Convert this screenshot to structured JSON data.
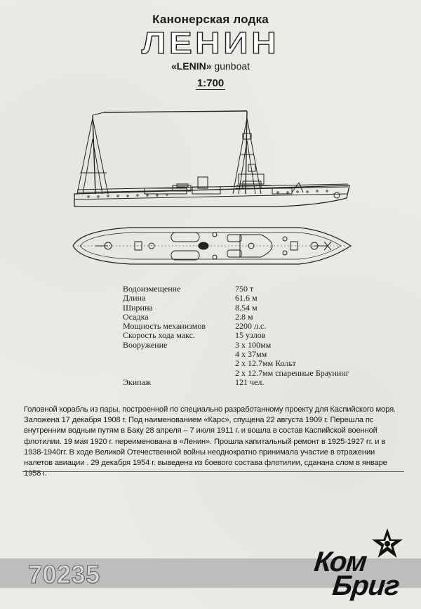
{
  "header": {
    "title_ru": "Канонерская лодка",
    "ship_name": "ЛЕНИН",
    "english_name_quoted": "«LENIN»",
    "english_suffix": "gunboat",
    "scale": "1:700"
  },
  "specs": [
    {
      "label": "Водоизмещение",
      "value": "750 т"
    },
    {
      "label": "Длина",
      "value": "61.6 м"
    },
    {
      "label": "Ширина",
      "value": "8.54 м"
    },
    {
      "label": "Осадка",
      "value": "2.8 м"
    },
    {
      "label": "Мощность механизмов",
      "value": "2200 л.с."
    },
    {
      "label": "Скорость хода макс.",
      "value": "15 узлов"
    },
    {
      "label": "Вооружение",
      "value": "3 х 100мм"
    },
    {
      "label": "",
      "value": "4 х 37мм"
    },
    {
      "label": "",
      "value": "2 х 12.7мм Кольт"
    },
    {
      "label": "",
      "value": "2 х 12.7мм спаренные Браунинг"
    },
    {
      "label": "Экипаж",
      "value": "121 чел."
    }
  ],
  "description": "Головной корабль из пары, построенной по специально разработанному проекту для Каспийского моря. Заложена 17 декабря 1908 г. Под наименованием «Карс», спущена 22 августа 1909 г. Перешла пс внутренним водным путям в Баку 28 апреля – 7 июля 1911 г. и вошла в состав Каспийской военной флотилии. 19 мая 1920 г. переименована в «Ленин». Прошла капитальный ремонт в 1925-1927 гг. и в 1938-1940гг. В ходе Великой Отечественной войны неоднократно принимала участие в отражении налетов авиации . 29 декабря 1954 г. выведена из боевого состава флотилии, сданана слом в январе 1958 г.",
  "footer": {
    "kit_code": "70235",
    "logo_line1": "Ком",
    "logo_line2": "Бриг",
    "logo_icon": "star-icon",
    "band_color": "#bdbdbd"
  }
}
